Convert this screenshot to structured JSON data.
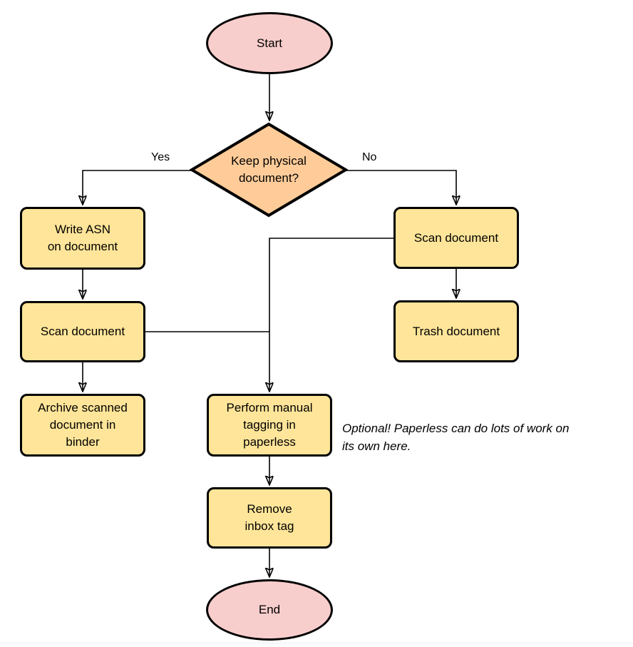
{
  "colors": {
    "terminal_fill": "#f8cecc",
    "decision_fill": "#ffcc99",
    "process_fill": "#ffe599",
    "stroke": "#000000"
  },
  "nodes": {
    "start": "Start",
    "decision": "Keep physical\ndocument?",
    "write_asn": "Write ASN\non document",
    "scan_left": "Scan document",
    "archive": "Archive scanned\ndocument in\nbinder",
    "scan_right": "Scan document",
    "trash": "Trash document",
    "tagging": "Perform manual\ntagging in\npaperless",
    "remove_inbox": "Remove\ninbox tag",
    "end": "End"
  },
  "edge_labels": {
    "yes": "Yes",
    "no": "No"
  },
  "annotation": "Optional! Paperless can do lots of work on\nits own here."
}
